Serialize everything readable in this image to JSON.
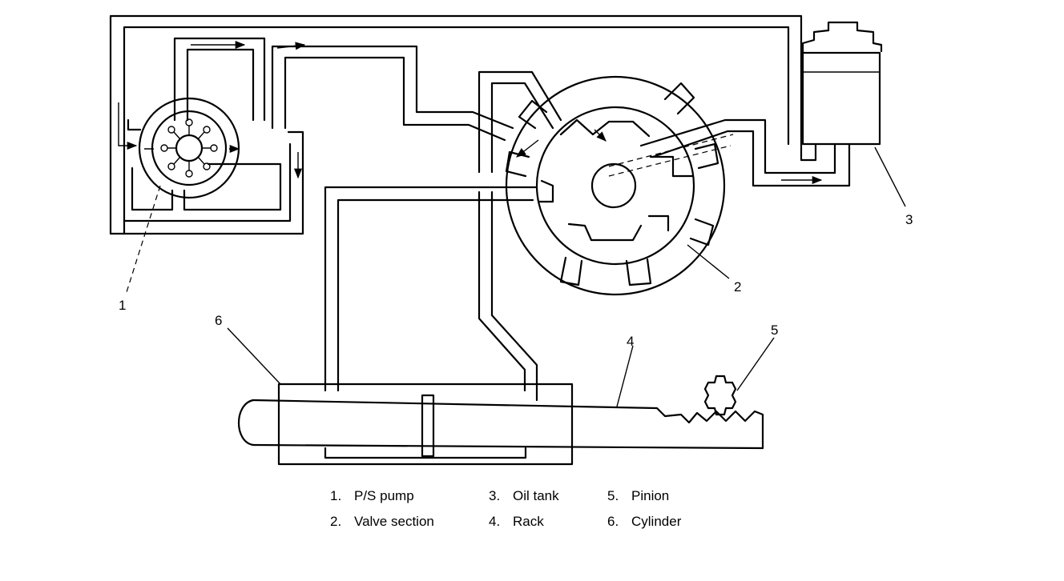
{
  "callouts": {
    "pump": "1",
    "valve": "2",
    "tank": "3",
    "rack": "4",
    "pinion": "5",
    "cylinder": "6"
  },
  "legend": [
    {
      "num": "1.",
      "label": "P/S pump"
    },
    {
      "num": "2.",
      "label": "Valve section"
    },
    {
      "num": "3.",
      "label": "Oil tank"
    },
    {
      "num": "4.",
      "label": "Rack"
    },
    {
      "num": "5.",
      "label": "Pinion"
    },
    {
      "num": "6.",
      "label": "Cylinder"
    }
  ]
}
